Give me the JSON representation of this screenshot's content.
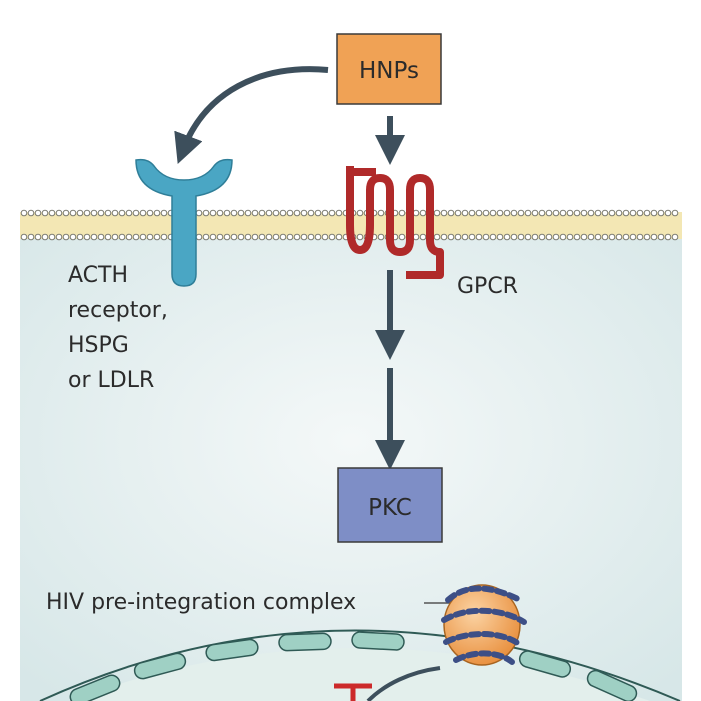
{
  "colors": {
    "cytoplasm": "#dfeced",
    "membrane_band": "#f3e7b4",
    "membrane_lipid": "#8a8a80",
    "hnp_box": "#f0a255",
    "pkc_box": "#7e8ec6",
    "arrow": "#3d4f5c",
    "receptor": "#4aa6c4",
    "gpcr": "#b02a2a",
    "nucleus": "#9fd0c4",
    "complex_body": "#f0a050",
    "complex_coil": "#3d4f86",
    "inhibitor": "#cc2a2a"
  },
  "nodes": {
    "hnps": "HNPs",
    "pkc": "PKC"
  },
  "labels": {
    "receptor_line1": "ACTH",
    "receptor_line2": "receptor,",
    "receptor_line3": "HSPG",
    "receptor_line4": "or LDLR",
    "gpcr": "GPCR",
    "complex": "HIV pre-integration complex"
  }
}
